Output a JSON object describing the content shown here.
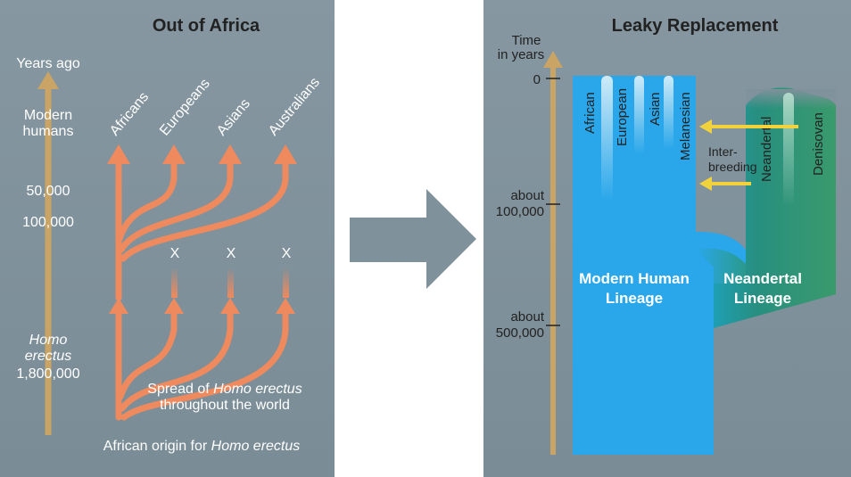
{
  "left_panel": {
    "title": "Out of Africa",
    "axis_label": "Years ago",
    "time_labels": {
      "modern_humans_line1": "Modern",
      "modern_humans_line2": "humans",
      "t50000": "50,000",
      "t100000": "100,000",
      "homo_line1": "Homo",
      "homo_line2": "erectus",
      "t1800000": "1,800,000"
    },
    "branch_labels": [
      "Africans",
      "Europeans",
      "Asians",
      "Australians"
    ],
    "extinct_marks": [
      "X",
      "X",
      "X"
    ],
    "spread_caption": {
      "line1_prefix": "Spread of ",
      "line1_italic": "Homo erectus",
      "line2": "throughout the world"
    },
    "origin_caption": {
      "prefix": "African origin for ",
      "italic": "Homo erectus"
    }
  },
  "right_panel": {
    "title": "Leaky Replacement",
    "axis_label_line1": "Time",
    "axis_label_line2": "in years",
    "time_labels": {
      "t0": "0",
      "about1": "about",
      "t100000": "100,000",
      "about2": "about",
      "t500000": "500,000"
    },
    "modern_lineages": [
      "African",
      "European",
      "Asian",
      "Melanesian"
    ],
    "archaic_lineages": [
      "Neandertal",
      "Denisovan"
    ],
    "interbreeding_line1": "Inter-",
    "interbreeding_line2": "breeding",
    "modern_block_line1": "Modern Human",
    "modern_block_line2": "Lineage",
    "neandertal_block_line1": "Neandertal",
    "neandertal_block_line2": "Lineage"
  },
  "colors": {
    "panel_bg": "#7f919b",
    "axis": "#c9a464",
    "branch": "#ef8a5e",
    "modern_blue": "#2aa7ea",
    "neandertal_green": "#2f9a7a",
    "interbreed_arrow": "#f1d23c",
    "center_arrow": "#7f919b"
  }
}
